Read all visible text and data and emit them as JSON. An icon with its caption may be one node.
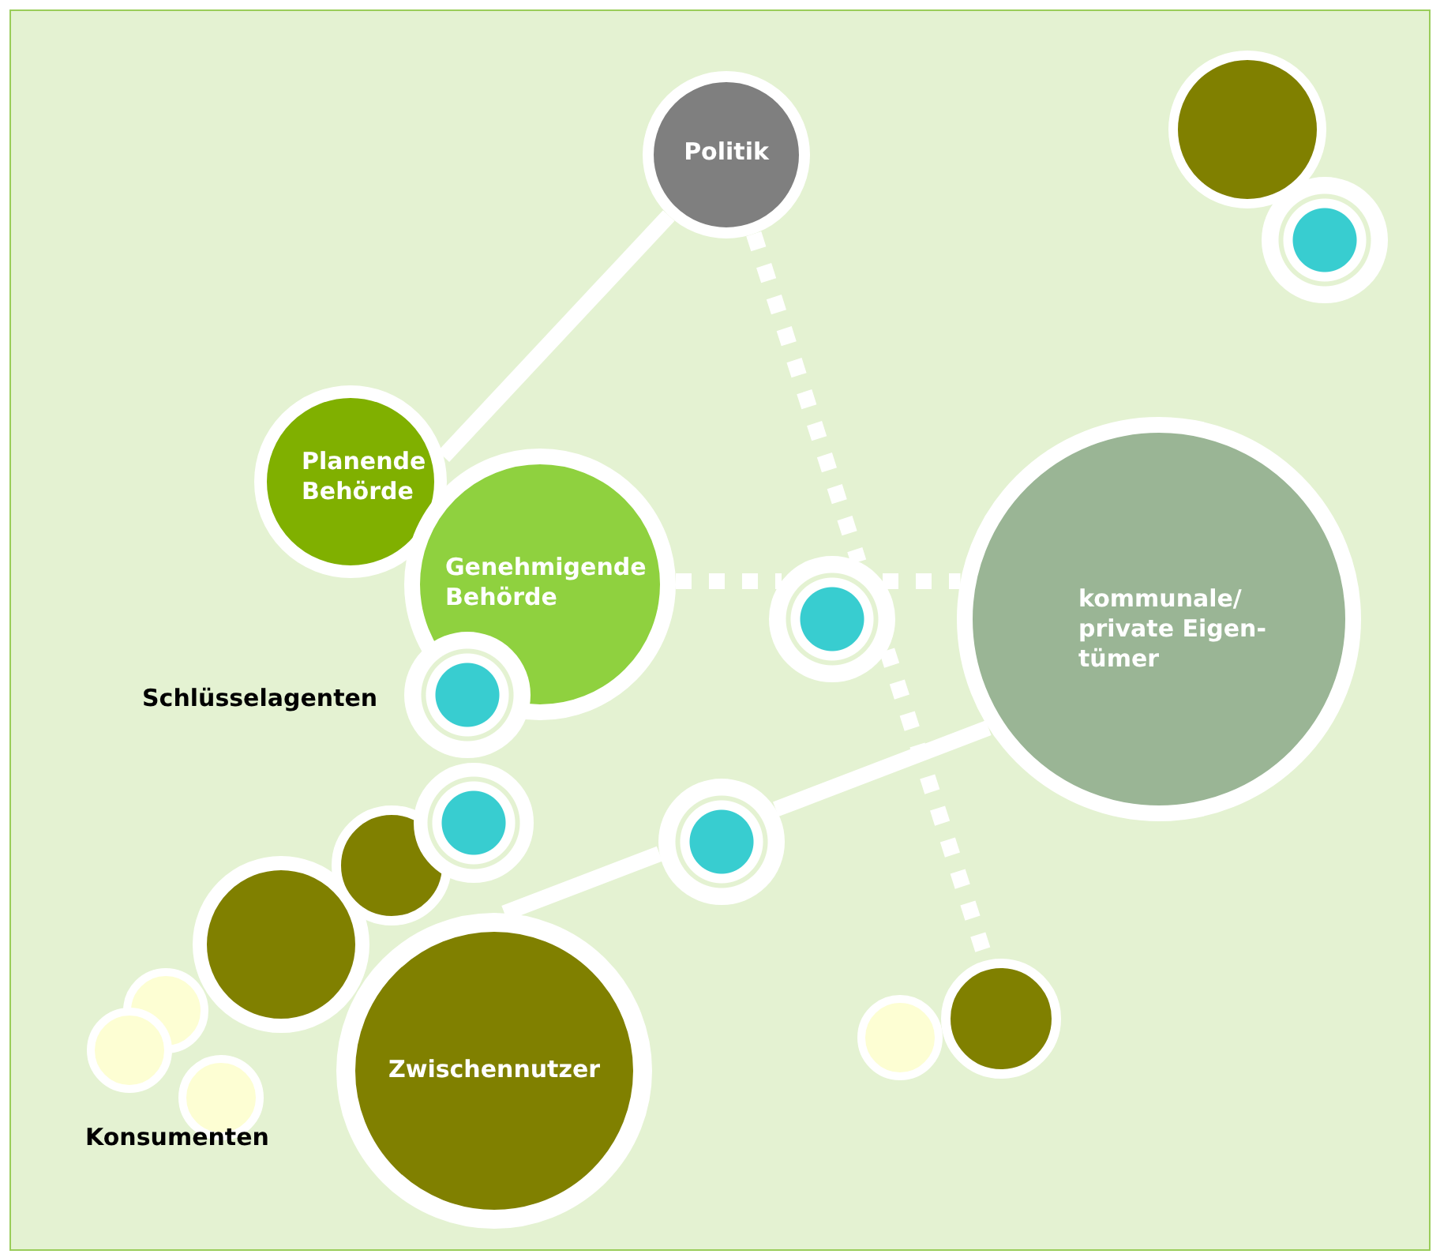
{
  "diagram": {
    "nodes": [
      {
        "text": [
          "Politik"
        ]
      },
      {
        "text": [],
        "shape": "circle"
      },
      {
        "text": [],
        "shape": "circle"
      },
      {
        "text": [
          "Planende Behörde"
        ]
      },
      {
        "text": [
          "Genehmigende Behörde"
        ]
      },
      {
        "text": [],
        "shape": "circle"
      },
      {
        "text": [
          "kommunale/ private Eigen- tümer"
        ]
      },
      {
        "text": [],
        "shape": "circle"
      },
      {
        "text": [],
        "shape": "circle"
      },
      {
        "text": [],
        "shape": "circle"
      },
      {
        "text": [],
        "shape": "circle"
      },
      {
        "text": [],
        "shape": "circle"
      },
      {
        "text": [],
        "shape": "circle"
      },
      {
        "text": [],
        "shape": "circle"
      },
      {
        "text": [],
        "shape": "circle"
      },
      {
        "text": [],
        "shape": "circle"
      },
      {
        "text": [],
        "shape": "circle"
      },
      {
        "text": [
          "Zwischennutzer"
        ]
      }
    ],
    "edges": [
      {
        "from": 0,
        "to": 3,
        "arrow": "none"
      },
      {
        "from": 0,
        "to": 5,
        "arrow": "none",
        "style": "dashed"
      },
      {
        "from": 5,
        "to": 12,
        "arrow": "none",
        "style": "dashed"
      },
      {
        "from": 4,
        "to": 5,
        "arrow": "none",
        "style": "dashed"
      },
      {
        "from": 5,
        "to": 6,
        "arrow": "none",
        "style": "dashed"
      },
      {
        "from": 6,
        "to": 9,
        "arrow": "none"
      },
      {
        "from": 9,
        "to": 17,
        "arrow": "none"
      }
    ],
    "labels": [
      "Schlüsselagenten",
      "Konsumenten"
    ]
  }
}
